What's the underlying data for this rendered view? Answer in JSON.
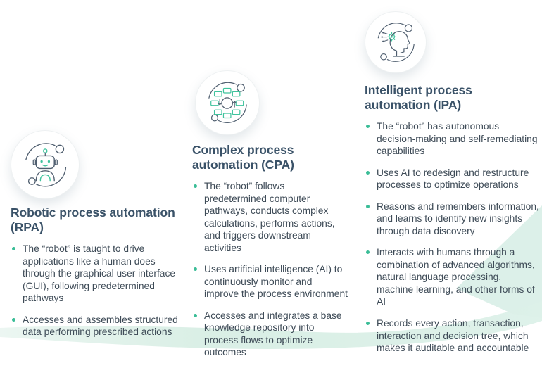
{
  "colors": {
    "heading_navy": "#3a5268",
    "body_text": "#3e4b57",
    "bullet_accent": "#3bbd97",
    "icon_line": "#4e5d6e",
    "icon_accent": "#3fc39d",
    "deco_mint": "#dff2eb"
  },
  "columns": [
    {
      "id": "rpa",
      "icon": "robot-icon",
      "heading": "Robotic process automation (RPA)",
      "bullets": [
        "The “robot” is taught to drive applications like a human does through the graphical user interface (GUI), following predetermined pathways",
        "Accesses and assembles structured data performing prescribed actions"
      ]
    },
    {
      "id": "cpa",
      "icon": "process-flow-icon",
      "heading": "Complex process automation (CPA)",
      "bullets": [
        "The “robot” follows predetermined computer pathways, conducts complex calculations, performs actions, and triggers downstream activities",
        "Uses artificial intelligence (AI) to continuously monitor and improve the process environment",
        "Accesses and integrates a base knowledge repository into process flows to optimize outcomes"
      ]
    },
    {
      "id": "ipa",
      "icon": "intelligent-head-icon",
      "heading": "Intelligent process automation (IPA)",
      "bullets": [
        "The “robot” has autonomous decision-making and self-remediating capabilities",
        "Uses AI to redesign and restructure processes to optimize operations",
        "Reasons and remembers information, and learns to identify new insights through data discovery",
        "Interacts with humans through a combination of advanced algorithms, natural language processing, machine learning, and other forms of AI",
        "Records every action, transaction, interaction and decision tree, which makes it auditable and accountable"
      ]
    }
  ]
}
